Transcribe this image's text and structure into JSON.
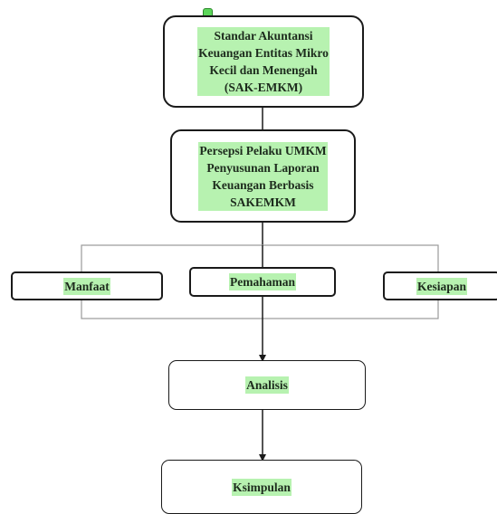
{
  "diagram": {
    "nodes": {
      "sak": "Standar Akuntansi\nKeuangan Entitas Mikro\nKecil dan Menengah\n(SAK-EMKM)",
      "persepsi": "Persepsi Pelaku UMKM\nPenyusunan Laporan\nKeuangan Berbasis\nSAKEMKM",
      "manfaat": "Manfaat",
      "pemahaman": "Pemahaman",
      "kesiapan": "Kesiapan",
      "analisis": "Analisis",
      "kesimpulan": "Ksimpulan"
    },
    "colors": {
      "highlight": "#b7f2b0",
      "stroke": "#1a1a1a",
      "text": "#1d2b1d"
    }
  }
}
